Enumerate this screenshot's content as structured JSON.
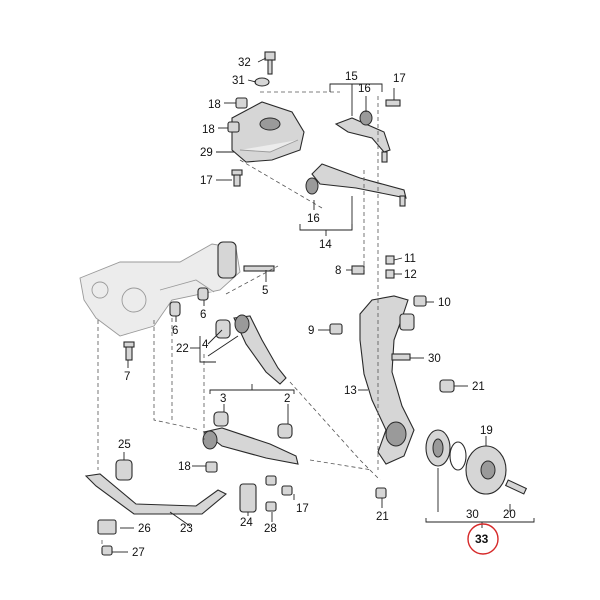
{
  "callouts": {
    "c32": "32",
    "c31": "31",
    "c18a": "18",
    "c18b": "18",
    "c29": "29",
    "c17a": "17",
    "c15": "15",
    "c16a": "16",
    "c17b": "17",
    "c16b": "16",
    "c14": "14",
    "c8": "8",
    "c11": "11",
    "c12": "12",
    "c5": "5",
    "c10": "10",
    "c6": "6",
    "c9": "9",
    "c4": "4",
    "c22": "22",
    "c30a": "30",
    "c7": "7",
    "c13": "13",
    "c21a": "21",
    "c3": "3",
    "c2": "2",
    "c19": "19",
    "c25": "25",
    "c18c": "18",
    "c17c": "17",
    "c23": "23",
    "c24": "24",
    "c28": "28",
    "c26": "26",
    "c27": "27",
    "c21b": "21",
    "c30b": "30",
    "c20": "20",
    "c33": "33"
  },
  "highlight": {
    "color": "#d62828",
    "callout": "33"
  }
}
